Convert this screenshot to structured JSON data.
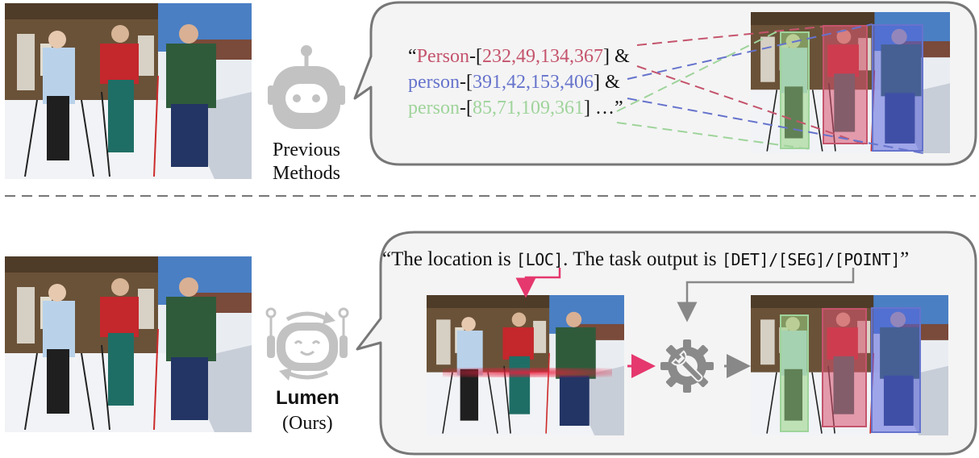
{
  "colors": {
    "red": "#c4546c",
    "blue": "#6673cc",
    "green": "#9fd49b",
    "arrow_pink": "#e5386e",
    "arrow_gray": "#888888",
    "bubble_fill": "#f4f4f4",
    "bubble_stroke": "#777777",
    "robot_gray": "#c2c2c2"
  },
  "top": {
    "caption_line1": "Previous",
    "caption_line2": "Methods",
    "open_quote": "“",
    "lines": [
      {
        "label": "Person",
        "dash": "-[",
        "coords": "232,49,134,367",
        "close": "]",
        "tail": " &"
      },
      {
        "label": "person",
        "dash": "-[",
        "coords": "391,42,153,406",
        "close": "]",
        "tail": " &"
      },
      {
        "label": "person",
        "dash": "-[",
        "coords": "85,71,109,361",
        "close": "]",
        "tail": " …”"
      }
    ]
  },
  "bottom": {
    "caption_name": "Lumen",
    "caption_sub": "(Ours)",
    "quote_start": "“The location is ",
    "loc_token": "[LOC]",
    "quote_mid": ". The task output is ",
    "task_tokens": "[DET]/[SEG]/[POINT]",
    "quote_end": "”"
  },
  "icons": {
    "robot_old": "robot-face-icon",
    "robot_new": "smiling-robot-icon",
    "tool": "gear-wrench-icon"
  }
}
